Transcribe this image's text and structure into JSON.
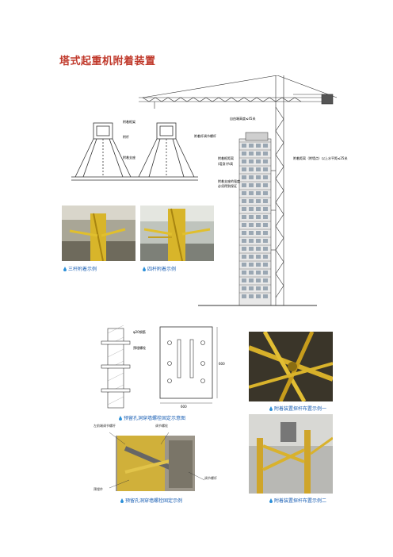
{
  "page_title": "塔式起重机附着装置",
  "top_diagram": {
    "labels": {
      "attach_frame": "附着框架",
      "rod": "附杆",
      "attach_support": "附着支座",
      "adjust_rod": "附着杆调节螺杆",
      "frame_spacing": "附着框距离",
      "tower_section_height": "(塔身)节高",
      "support_note_1": "附着支座的强度",
      "support_note_2": "必须得到保证",
      "top_attach": "自由端高度≤45米",
      "lower_attach": "附着距离（附墙点）以上水平距≤25米"
    }
  },
  "photos_row1": {
    "caption_left": "三杆附着示例",
    "caption_right": "四杆附着示例"
  },
  "bottom_section": {
    "drawing_labels": {
      "rebar": "φ20钢筋",
      "embedded": "预埋螺栓",
      "dim_horizontal": "600",
      "dim_vertical": "600"
    },
    "caption_embedded_diagram": "预留孔洞穿墙螺栓固定示意图",
    "caption_right_top": "附着装置探杆布置示例一",
    "photo2_labels": {
      "left_top": "左前端调节螺杆",
      "right_top": "调节螺栓",
      "left_bottom": "预埋件",
      "right_bottom": "调节螺杆"
    },
    "caption_embedded_photo": "预留孔洞穿墙螺栓固定示例",
    "caption_right_bottom": "附着装置探杆布置示例二"
  }
}
